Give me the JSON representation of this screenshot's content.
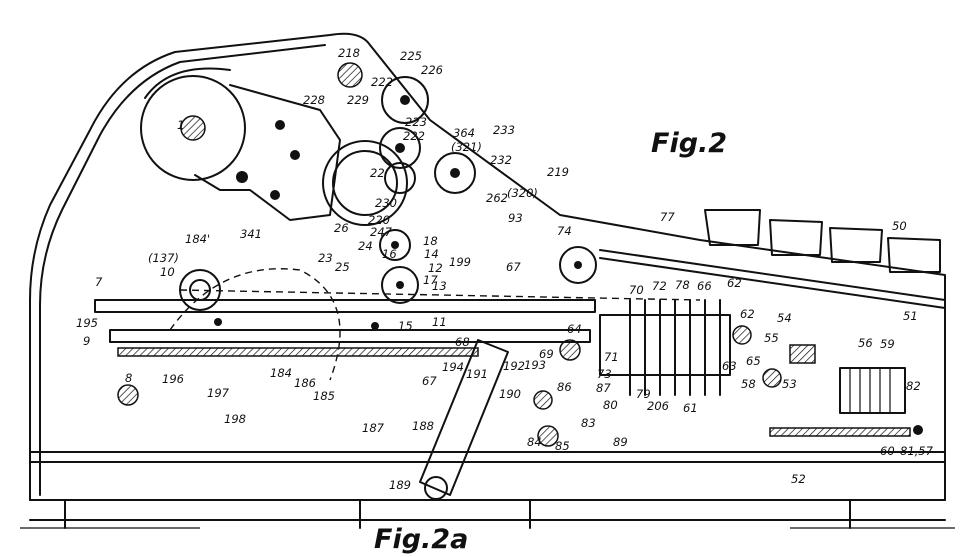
{
  "figures": {
    "main_title": "Fig.2",
    "sub_title": "Fig.2a"
  },
  "reference_numerals": [
    "218",
    "225",
    "226",
    "222",
    "228",
    "229",
    "223",
    "222",
    "364",
    "(321)",
    "233",
    "232",
    "219",
    "(320)",
    "262",
    "93",
    "230",
    "220",
    "22",
    "24",
    "26",
    "247",
    "18",
    "16",
    "14",
    "12",
    "13",
    "17",
    "23",
    "25",
    "341",
    "184'",
    "(137)",
    "10",
    "7",
    "195",
    "9",
    "8",
    "199",
    "67",
    "74",
    "77",
    "50",
    "15",
    "11",
    "68",
    "64",
    "69",
    "70",
    "72",
    "78",
    "66",
    "62",
    "62",
    "54",
    "51",
    "56",
    "59",
    "55",
    "63",
    "65",
    "58",
    "53",
    "82",
    "71",
    "73",
    "79",
    "206",
    "61",
    "80",
    "87",
    "86",
    "83",
    "84",
    "85",
    "89",
    "60",
    "81,57",
    "52",
    "194",
    "67",
    "191",
    "192",
    "193",
    "190",
    "188",
    "189",
    "196",
    "197",
    "198",
    "184",
    "186",
    "185",
    "187",
    "1"
  ]
}
